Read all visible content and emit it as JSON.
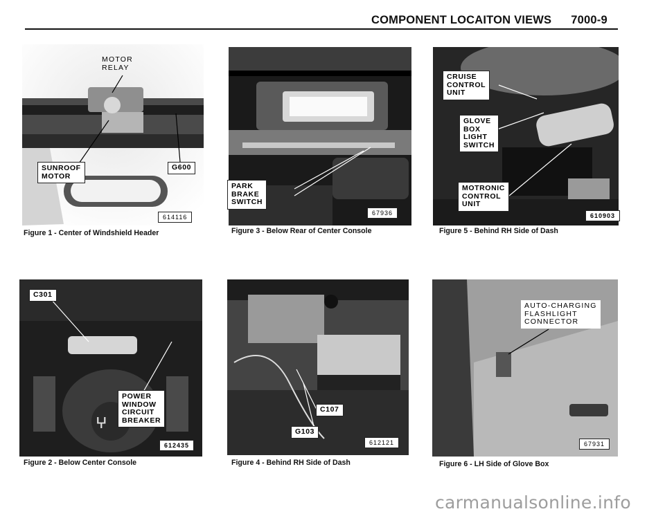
{
  "header": {
    "title": "COMPONENT LOCAITON VIEWS",
    "page_number": "7000-9"
  },
  "figures": [
    {
      "caption": "Figure 1 - Center of Windshield Header",
      "photo_id": "614116",
      "labels": {
        "motor_relay": "MOTOR\nRELAY",
        "sunroof_motor": "SUNROOF\nMOTOR",
        "g600": "G600"
      }
    },
    {
      "caption": "Figure 2 - Below Center Console",
      "photo_id": "612435",
      "labels": {
        "c301": "C301",
        "power_window": "POWER\nWINDOW\nCIRCUIT\nBREAKER"
      }
    },
    {
      "caption": "Figure 3 - Below Rear of Center Console",
      "photo_id": "67936",
      "labels": {
        "park_brake": "PARK\nBRAKE\nSWITCH"
      }
    },
    {
      "caption": "Figure 4 - Behind RH Side of Dash",
      "photo_id": "612121",
      "labels": {
        "c107": "C107",
        "g103": "G103"
      }
    },
    {
      "caption": "Figure 5 - Behind RH Side of Dash",
      "photo_id": "610903",
      "labels": {
        "cruise": "CRUISE\nCONTROL\nUNIT",
        "glove_light": "GLOVE\nBOX\nLIGHT\nSWITCH",
        "motronic": "MOTRONIC\nCONTROL\nUNIT"
      }
    },
    {
      "caption": "Figure 6 - LH Side of Glove Box",
      "photo_id": "67931",
      "labels": {
        "autocharging": "AUTO-CHARGING\nFLASHLIGHT\nCONNECTOR"
      }
    }
  ],
  "watermark": "carmanualsonline.info"
}
